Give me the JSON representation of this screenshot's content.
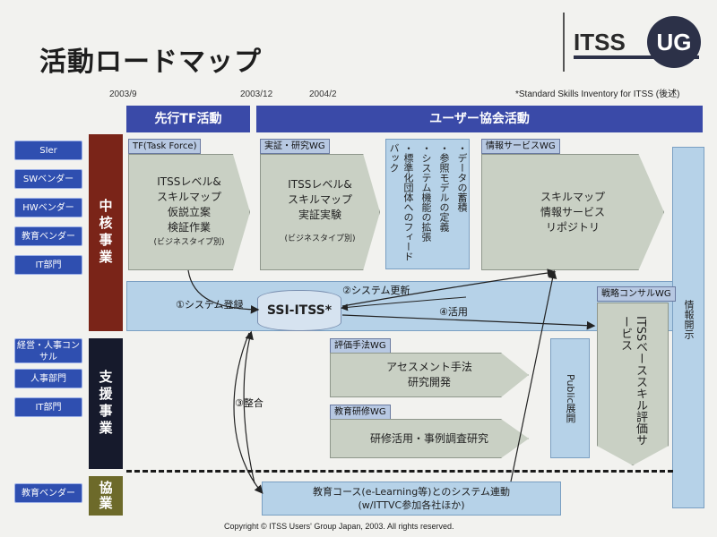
{
  "title": "活動ロードマップ",
  "logo": {
    "left": "ITSS",
    "right": "UG"
  },
  "note": "*Standard Skills Inventory for ITSS (後述)",
  "dates": [
    "2003/9",
    "2003/12",
    "2004/2"
  ],
  "headers": {
    "pre": "先行TF活動",
    "assoc": "ユーザー協会活動"
  },
  "left_boxes": {
    "core": [
      "SIer",
      "SWベンダー",
      "HWベンダー",
      "教育ベンダー",
      "IT部門"
    ],
    "support": [
      "経営・人事コンサル",
      "人事部門",
      "IT部門"
    ],
    "assoc": [
      "教育ベンダー"
    ]
  },
  "categories": {
    "core": "中核事業",
    "support": "支援事業",
    "assoc": "協業"
  },
  "tf": {
    "tag": "TF(Task Force)",
    "lines": [
      "ITSSレベル&",
      "スキルマップ",
      "仮説立案",
      "検証作業"
    ],
    "sub": "(ビジネスタイプ別)"
  },
  "wg1": {
    "tag": "実証・研究WG",
    "lines": [
      "ITSSレベル&",
      "スキルマップ",
      "実証実験"
    ],
    "sub": "(ビジネスタイプ別)"
  },
  "std": {
    "lines": [
      "・データの蓄積",
      "・参照モデルの定義",
      "・システム機能の拡張",
      "・標準化団体へのフィードバック"
    ]
  },
  "info": {
    "tag": "情報サービスWG",
    "lines": [
      "スキルマップ",
      "情報サービス",
      "リポジトリ"
    ]
  },
  "disclose": "情報開示",
  "strategy": {
    "tag": "戦略コンサルWG",
    "text": "ITSSベーススキル評価サービス"
  },
  "ssi": "SSI-ITSS*",
  "labels": {
    "reg": "①システム登録",
    "upd": "②システム更新",
    "use": "④活用",
    "align": "③整合"
  },
  "eval": {
    "tag": "評価手法WG",
    "lines": [
      "アセスメント手法",
      "研究開発"
    ]
  },
  "edu": {
    "tag": "教育研修WG",
    "lines": [
      "研修活用・事例調査研究"
    ]
  },
  "public": "Public展開",
  "bottom": {
    "lines": [
      "教育コース(e-Learning等)とのシステム連動",
      "(w/ITTVC参加各社ほか)"
    ]
  },
  "copyright": "Copyright © ITSS Users' Group Japan, 2003. All rights reserved."
}
